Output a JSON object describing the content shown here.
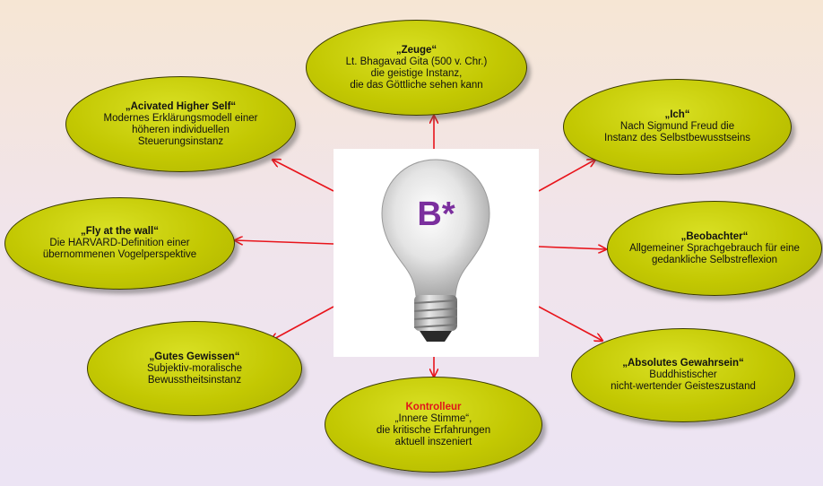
{
  "center": {
    "label": "B*"
  },
  "nodes": [
    {
      "id": "zeuge",
      "title": "„Zeuge“",
      "title_color": "dark",
      "lines": [
        "Lt. Bhagavad Gita (500 v. Chr.)",
        "die geistige Instanz,",
        "die das Göttliche sehen kann"
      ]
    },
    {
      "id": "ich",
      "title": "„Ich“",
      "title_color": "dark",
      "lines": [
        "Nach Sigmund Freud die",
        "Instanz des Selbstbewusstseins"
      ]
    },
    {
      "id": "beobachter",
      "title": "„Beobachter“",
      "title_color": "dark",
      "lines": [
        "Allgemeiner Sprachgebrauch für eine",
        "gedankliche Selbstreflexion"
      ]
    },
    {
      "id": "absolutes-gewahrsein",
      "title": "„Absolutes Gewahrsein“",
      "title_color": "dark",
      "lines": [
        "Buddhistischer",
        "nicht-wertender Geisteszustand"
      ]
    },
    {
      "id": "kontrolleur",
      "title": "Kontrolleur",
      "title_color": "red",
      "lines": [
        "„Innere Stimme“,",
        "die kritische Erfahrungen",
        "aktuell inszeniert"
      ]
    },
    {
      "id": "gutes-gewissen",
      "title": "„Gutes Gewissen“",
      "title_color": "dark",
      "lines": [
        "Subjektiv-moralische",
        "Bewusstheitsinstanz"
      ]
    },
    {
      "id": "fly-at-the-wall",
      "title": "„Fly at the wall“",
      "title_color": "dark",
      "lines": [
        "Die HARVARD-Definition einer",
        "übernommenen Vogelperspektive"
      ]
    },
    {
      "id": "acivated-higher-self",
      "title": "„Acivated Higher Self“",
      "title_color": "dark",
      "lines": [
        "Modernes Erklärungsmodell einer",
        "höheren individuellen",
        "Steuerungsinstanz"
      ]
    }
  ],
  "colors": {
    "ellipse": "#c3c802",
    "arrow": "#e8141b",
    "title_red": "#e0141b",
    "bulb_label": "#7b2f9e"
  }
}
